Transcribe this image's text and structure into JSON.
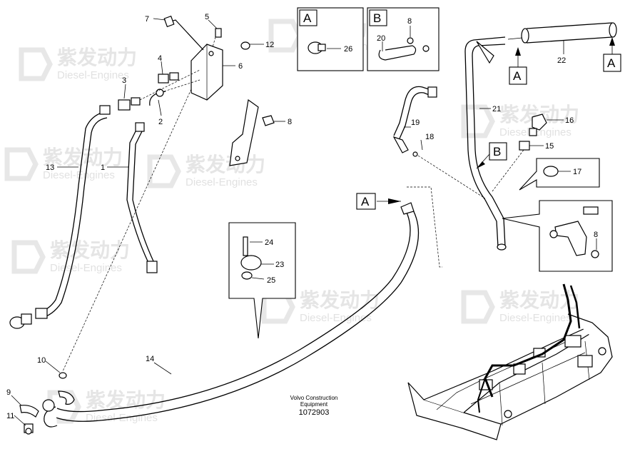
{
  "labels": {
    "n1": "1",
    "n2": "2",
    "n3": "3",
    "n4": "4",
    "n5": "5",
    "n6": "6",
    "n7": "7",
    "n8a": "8",
    "n8b": "8",
    "n8c": "8",
    "n9": "9",
    "n10": "10",
    "n11": "11",
    "n12": "12",
    "n13": "13",
    "n14": "14",
    "n15": "15",
    "n16": "16",
    "n17": "17",
    "n18": "18",
    "n19": "19",
    "n20": "20",
    "n21": "21",
    "n22": "22",
    "n23": "23",
    "n24": "24",
    "n25": "25",
    "n26": "26"
  },
  "views": {
    "a_detail": "A",
    "b_detail": "B",
    "a_right": "A",
    "a_mid": "A",
    "a_center": "A",
    "b_center": "B"
  },
  "footer": {
    "line1": "Volvo Construction",
    "line2": "Equipment",
    "code": "1072903"
  },
  "watermark": {
    "cn": "紫发动力",
    "en": "Diesel-Engines"
  }
}
